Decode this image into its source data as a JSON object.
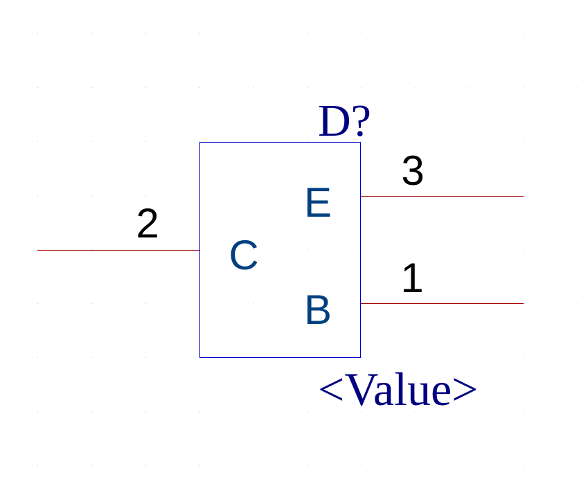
{
  "component": {
    "designator": "D?",
    "value": "<Value>",
    "pins": [
      {
        "number": "2",
        "name": "C"
      },
      {
        "number": "3",
        "name": "E"
      },
      {
        "number": "1",
        "name": "B"
      }
    ]
  },
  "colors": {
    "background": "#ffffff",
    "grid_dot": "#c8c8c8",
    "body_outline": "#0000cc",
    "pin_wire": "#a00000",
    "pin_name": "#004080",
    "pin_number": "#000000",
    "designator": "#000080",
    "value": "#000080"
  }
}
